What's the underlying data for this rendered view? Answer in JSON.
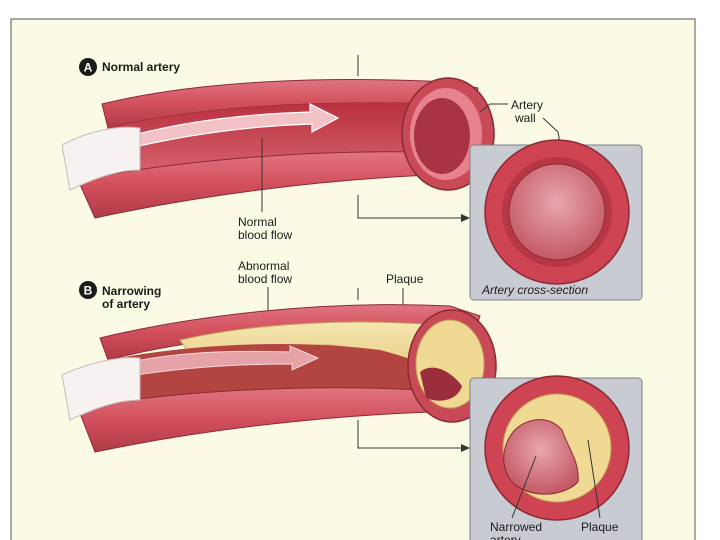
{
  "panel_a": {
    "badge": "A",
    "title": "Normal artery",
    "artery_wall_label_line1": "Artery",
    "artery_wall_label_line2": "wall",
    "flow_label_line1": "Normal",
    "flow_label_line2": "blood flow",
    "cross_section_caption": "Artery cross-section"
  },
  "panel_b": {
    "badge": "B",
    "title_line1": "Narrowing",
    "title_line2": "of artery",
    "flow_label_line1": "Abnormal",
    "flow_label_line2": "blood flow",
    "plaque_label": "Plaque",
    "narrowed_label_line1": "Narrowed",
    "narrowed_label_line2": "artery",
    "plaque_label_2": "Plaque"
  },
  "colors": {
    "background": "#fbfbe5",
    "artery_outer": "#d3505b",
    "artery_dark": "#a8343f",
    "artery_light": "#f0a4ab",
    "lumen": "#c94452",
    "plaque": "#eedb9a",
    "inset_bg": "#c9cbd2"
  }
}
